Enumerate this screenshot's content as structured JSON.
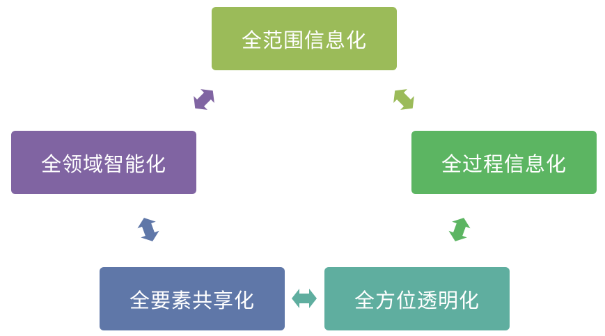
{
  "nodes": [
    {
      "label": "全范围信息化",
      "color": "#9BBB59"
    },
    {
      "label": "全过程信息化",
      "color": "#5CB562"
    },
    {
      "label": "全方位透明化",
      "color": "#5FAE9F"
    },
    {
      "label": "全要素共享化",
      "color": "#5F77A8"
    },
    {
      "label": "全领域智能化",
      "color": "#8064A2"
    }
  ],
  "arrows": [
    {
      "icon": "double-arrow",
      "color": "#9BBB59"
    },
    {
      "icon": "double-arrow",
      "color": "#5CB562"
    },
    {
      "icon": "double-arrow",
      "color": "#5FAE9F"
    },
    {
      "icon": "double-arrow",
      "color": "#5F77A8"
    },
    {
      "icon": "double-arrow",
      "color": "#8064A2"
    }
  ]
}
